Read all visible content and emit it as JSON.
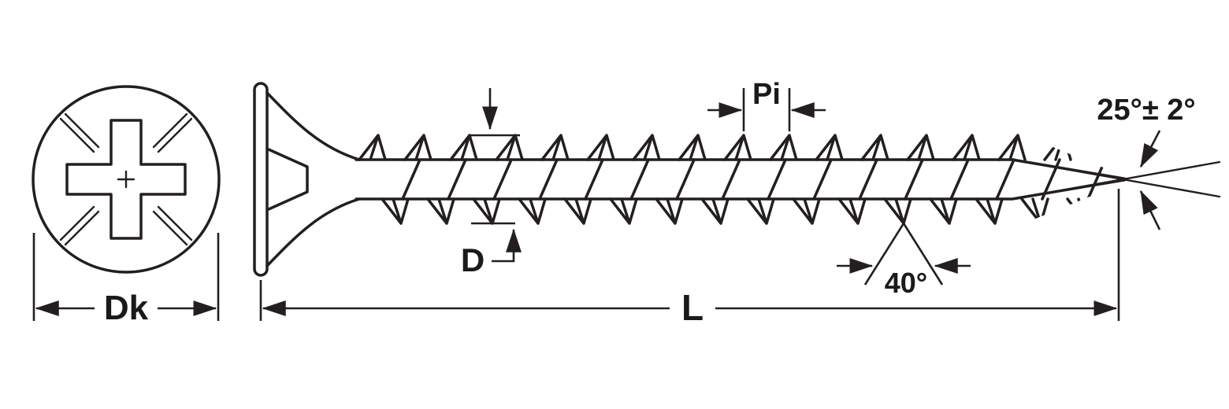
{
  "figure": {
    "labels": {
      "head_diameter": "Dk",
      "core_diameter": "D",
      "pitch": "Pi",
      "overall_length": "L",
      "flank_angle": "40°",
      "point_angle": "25°± 2°"
    },
    "colors": {
      "line": "#231f20",
      "background": "#ffffff",
      "text": "#1a1a1a"
    }
  }
}
